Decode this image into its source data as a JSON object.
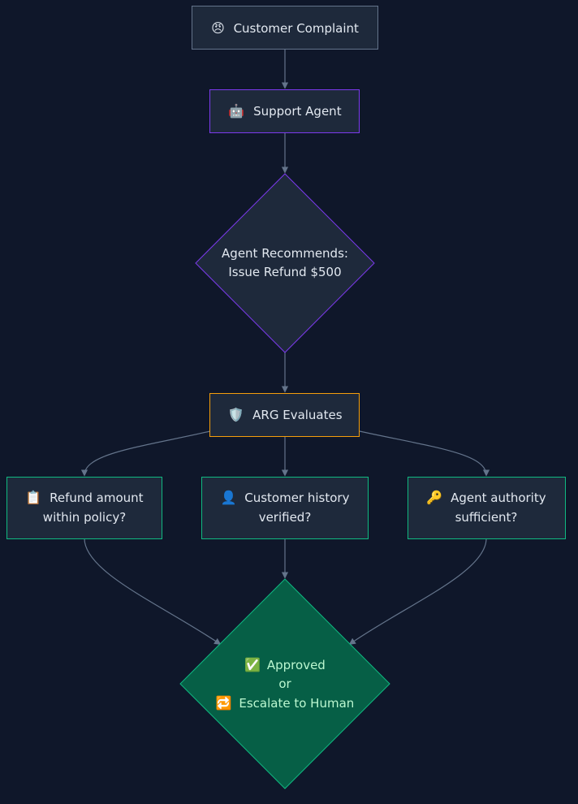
{
  "colors": {
    "background": "#0f172a",
    "node_fill": "#1e293b",
    "node_text": "#e2e8f0",
    "edge": "#64748b",
    "start_border": "#64748b",
    "agent_border": "#7c3aed",
    "arg_border": "#f59e0b",
    "check_border": "#10b981",
    "final_fill": "#065f46",
    "final_border": "#10b981",
    "final_text": "#bbf7d0"
  },
  "nodes": {
    "complaint": {
      "icon": "angry-face-icon",
      "glyph": "😠",
      "label": "Customer Complaint"
    },
    "agent": {
      "icon": "robot-icon",
      "glyph": "🤖",
      "label": "Support Agent"
    },
    "recommend": {
      "line1": "Agent Recommends:",
      "line2": "Issue Refund $500"
    },
    "arg": {
      "icon": "shield-icon",
      "glyph": "🛡️",
      "label": "ARG Evaluates"
    },
    "check_refund": {
      "icon": "clipboard-icon",
      "glyph": "📋",
      "line1": "Refund amount",
      "line2": "within policy?"
    },
    "check_history": {
      "icon": "person-icon",
      "glyph": "👤",
      "line1": "Customer history",
      "line2": "verified?"
    },
    "check_authority": {
      "icon": "key-icon",
      "glyph": "🔑",
      "line1": "Agent authority",
      "line2": "sufficient?"
    },
    "final": {
      "approved_icon": "check-mark-icon",
      "approved_glyph": "✅",
      "approved_label": "Approved",
      "or_label": "or",
      "escalate_icon": "repeat-icon",
      "escalate_glyph": "🔁",
      "escalate_label": "Escalate to Human"
    }
  }
}
